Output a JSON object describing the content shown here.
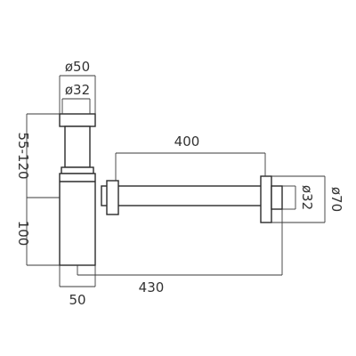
{
  "dimensions": {
    "outer_diameter_top": "ø50",
    "inner_diameter_top": "ø32",
    "height_adjust": "55-120",
    "body_height": "100",
    "body_width": "50",
    "pipe_length": "400",
    "total_length": "430",
    "outlet_diameter": "ø32",
    "flange_diameter": "ø70"
  },
  "colors": {
    "line": "#2b2b2b",
    "text": "#333333",
    "background": "#ffffff"
  }
}
